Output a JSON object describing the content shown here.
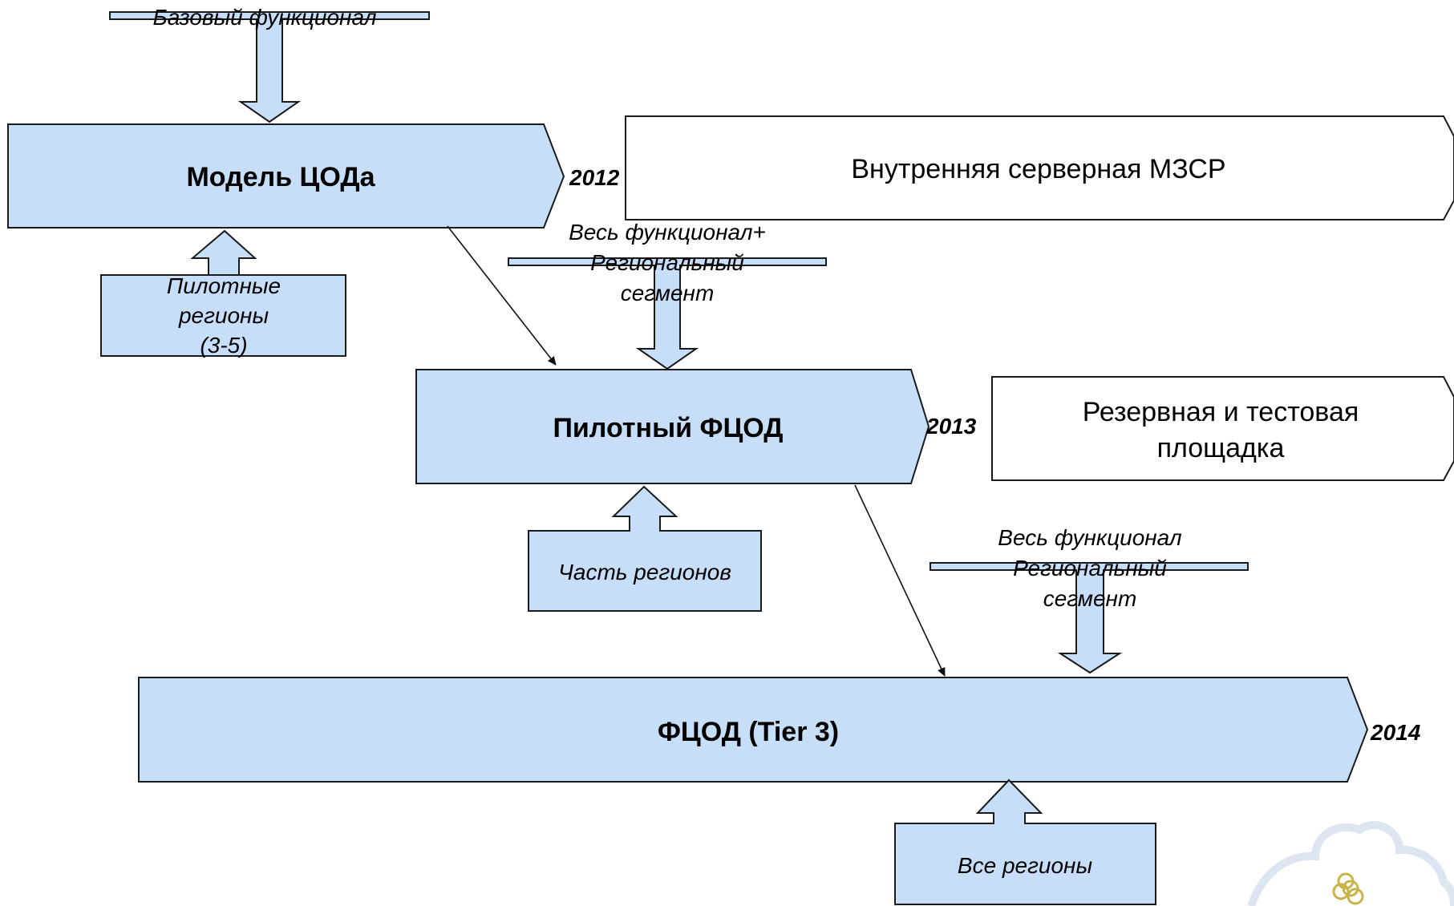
{
  "stages": {
    "model": {
      "label": "Модель ЦОДа",
      "year": "2012"
    },
    "pilot": {
      "label": "Пилотный ФЦОД",
      "year": "2013"
    },
    "fcod": {
      "label": "ФЦОД (Tier 3)",
      "year": "2014"
    }
  },
  "side_boxes": {
    "internal_server": "Внутренняя серверная МЗСР",
    "backup_line1": "Резервная и тестовая",
    "backup_line2": "площадка"
  },
  "inputs_top": {
    "basic": "Базовый функционал",
    "full_plus_line1": "Весь функционал+",
    "full_plus_line2": "Региональный",
    "full_plus_line3": "сегмент",
    "full_line1": "Весь функционал",
    "full_line2": "Региональный",
    "full_line3": "сегмент"
  },
  "inputs_bottom": {
    "pilot_regions_line1": "Пилотные",
    "pilot_regions_line2": "регионы",
    "pilot_regions_line3": "(3-5)",
    "part_regions": "Часть регионов",
    "all_regions": "Все регионы"
  },
  "colors": {
    "fill_blue": "#c6def8",
    "stroke": "#1a1a1a",
    "logo": "#c9b44a"
  }
}
